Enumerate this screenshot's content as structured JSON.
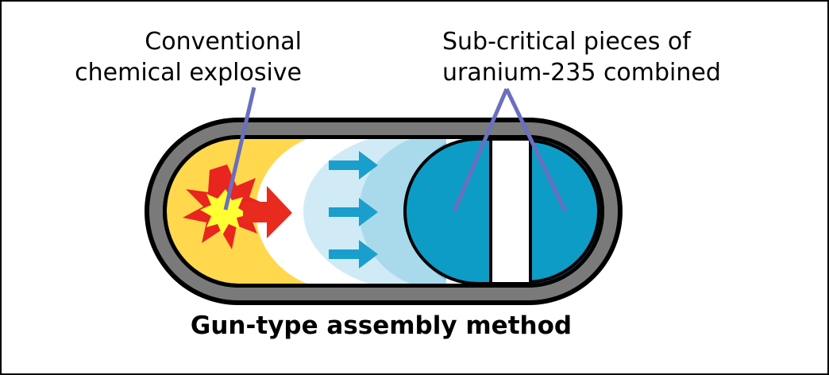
{
  "labels": {
    "explosive_line1": "Conventional",
    "explosive_line2": "chemical explosive",
    "uranium_line1": "Sub-critical pieces of",
    "uranium_line2": "uranium-235 combined"
  },
  "title": "Gun-type assembly method",
  "colors": {
    "casing": "#7a7a7a",
    "explosive_fill": "#ffd84d",
    "burst_outer": "#e8251f",
    "burst_inner": "#ffff33",
    "uranium": "#0d9cc6",
    "motion_arrow": "#1a9fcc",
    "push_arrow": "#e82a1f",
    "pointer_line": "#6b6fbf"
  }
}
